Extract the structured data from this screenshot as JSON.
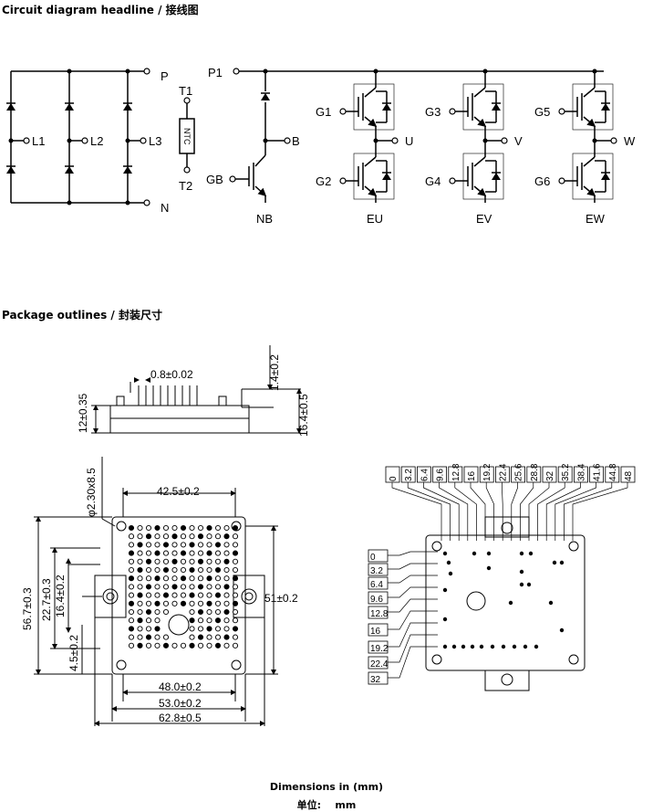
{
  "headings": {
    "circuit": "Circuit diagram headline / 接线图",
    "package": "Package outlines / 封装尺寸"
  },
  "circuit": {
    "rectifier_labels": [
      "L1",
      "L2",
      "L3"
    ],
    "rail_top": "P",
    "rail_bottom": "N",
    "ntc": {
      "t1": "T1",
      "t2": "T2",
      "body": "NTC"
    },
    "p1": "P1",
    "brake": {
      "output": "B",
      "gate": "GB",
      "name": "NB"
    },
    "phases": [
      {
        "name": "EU",
        "output": "U",
        "gate_top": "G1",
        "gate_bottom": "G2"
      },
      {
        "name": "EV",
        "output": "V",
        "gate_top": "G3",
        "gate_bottom": "G4"
      },
      {
        "name": "EW",
        "output": "W",
        "gate_top": "G5",
        "gate_bottom": "G6"
      }
    ]
  },
  "package": {
    "side_view": {
      "pin_pitch": "0.8±0.02",
      "height_total": "12±0.35",
      "pin_top": "1.4±0.2",
      "pin_height": "16.4±0.5"
    },
    "top_view": {
      "hole": "φ2.30x8.5",
      "top_width": "42.5±0.2",
      "height_outer": "56.7±0.3",
      "height_a": "22.7±0.3",
      "height_b": "16.4±0.2",
      "height_c": "4.5±0.2",
      "right_height": "51±0.2",
      "w1": "48.0±0.2",
      "w2": "53.0±0.2",
      "w3": "62.8±0.5"
    },
    "pin_grid": {
      "columns": [
        "0",
        "3.2",
        "6.4",
        "9.6",
        "12.8",
        "16",
        "19.2",
        "22.4",
        "25.6",
        "28.8",
        "32",
        "35.2",
        "38.4",
        "41.6",
        "44.8",
        "48"
      ],
      "rows": [
        "0",
        "3.2",
        "6.4",
        "9.6",
        "12.8",
        "16",
        "19.2",
        "22.4",
        "32"
      ]
    }
  },
  "footer": {
    "dimensions_en": "Dimensions in (mm)",
    "dimensions_cn_label": "单位:",
    "dimensions_cn_unit": "mm"
  }
}
